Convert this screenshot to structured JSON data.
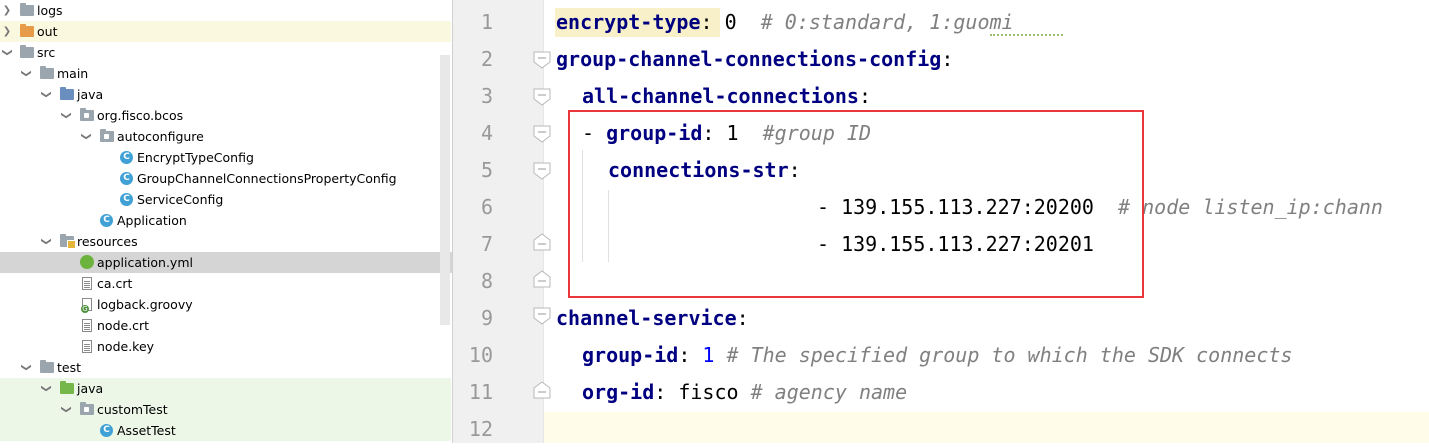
{
  "project_tree": {
    "items": [
      {
        "label": "logs",
        "icon": "folder-icon",
        "expandable": true,
        "expanded": false
      },
      {
        "label": "out",
        "icon": "folder-icon",
        "expandable": true,
        "expanded": false
      },
      {
        "label": "src",
        "icon": "folder-icon",
        "expandable": true,
        "expanded": true
      },
      {
        "label": "main",
        "icon": "folder-icon",
        "expandable": true,
        "expanded": true
      },
      {
        "label": "java",
        "icon": "source-folder-icon",
        "expandable": true,
        "expanded": true
      },
      {
        "label": "org.fisco.bcos",
        "icon": "package-icon",
        "expandable": true,
        "expanded": true
      },
      {
        "label": "autoconfigure",
        "icon": "package-icon",
        "expandable": true,
        "expanded": true
      },
      {
        "label": "EncryptTypeConfig",
        "icon": "class-icon",
        "expandable": false
      },
      {
        "label": "GroupChannelConnectionsPropertyConfig",
        "icon": "class-icon",
        "expandable": false
      },
      {
        "label": "ServiceConfig",
        "icon": "class-icon",
        "expandable": false
      },
      {
        "label": "Application",
        "icon": "class-icon",
        "expandable": false
      },
      {
        "label": "resources",
        "icon": "resources-folder-icon",
        "expandable": true,
        "expanded": true
      },
      {
        "label": "application.yml",
        "icon": "yaml-file-icon",
        "expandable": false,
        "selected": true
      },
      {
        "label": "ca.crt",
        "icon": "text-file-icon",
        "expandable": false
      },
      {
        "label": "logback.groovy",
        "icon": "groovy-file-icon",
        "expandable": false
      },
      {
        "label": "node.crt",
        "icon": "text-file-icon",
        "expandable": false
      },
      {
        "label": "node.key",
        "icon": "text-file-icon",
        "expandable": false
      },
      {
        "label": "test",
        "icon": "folder-icon",
        "expandable": true,
        "expanded": true
      },
      {
        "label": "java",
        "icon": "test-source-folder-icon",
        "expandable": true,
        "expanded": true
      },
      {
        "label": "customTest",
        "icon": "package-icon",
        "expandable": true,
        "expanded": true
      },
      {
        "label": "AssetTest",
        "icon": "class-icon",
        "expandable": false
      }
    ],
    "class_icon_letter": "C"
  },
  "editor": {
    "line_numbers": [
      "1",
      "2",
      "3",
      "4",
      "5",
      "6",
      "7",
      "8",
      "9",
      "10",
      "11",
      "12"
    ],
    "lines": {
      "l1": {
        "key": "encrypt-type",
        "sep": ": ",
        "value": "0",
        "comment": "  # 0:standard, 1:guomi"
      },
      "l2": {
        "key": "group-channel-connections-config",
        "sep": ":"
      },
      "l3": {
        "key": "all-channel-connections",
        "sep": ":"
      },
      "l4": {
        "dash": "- ",
        "key": "group-id",
        "sep": ": ",
        "value": "1",
        "comment": "  #group ID"
      },
      "l5": {
        "key": "connections-str",
        "sep": ":"
      },
      "l6": {
        "dash": "- ",
        "value": "139.155.113.227:20200",
        "comment": "  # node listen_ip:chann"
      },
      "l7": {
        "dash": "- ",
        "value": "139.155.113.227:20201"
      },
      "l9": {
        "key": "channel-service",
        "sep": ":"
      },
      "l10": {
        "key": "group-id",
        "sep": ": ",
        "value": "1",
        "comment": " # The specified group to which the SDK connects"
      },
      "l11": {
        "key": "org-id",
        "sep": ": ",
        "value": "fisco",
        "comment": " # agency name"
      }
    },
    "colors": {
      "key": "#000080",
      "number": "#0000ff",
      "comment": "#808080",
      "highlight_box": "#e8363a"
    }
  }
}
